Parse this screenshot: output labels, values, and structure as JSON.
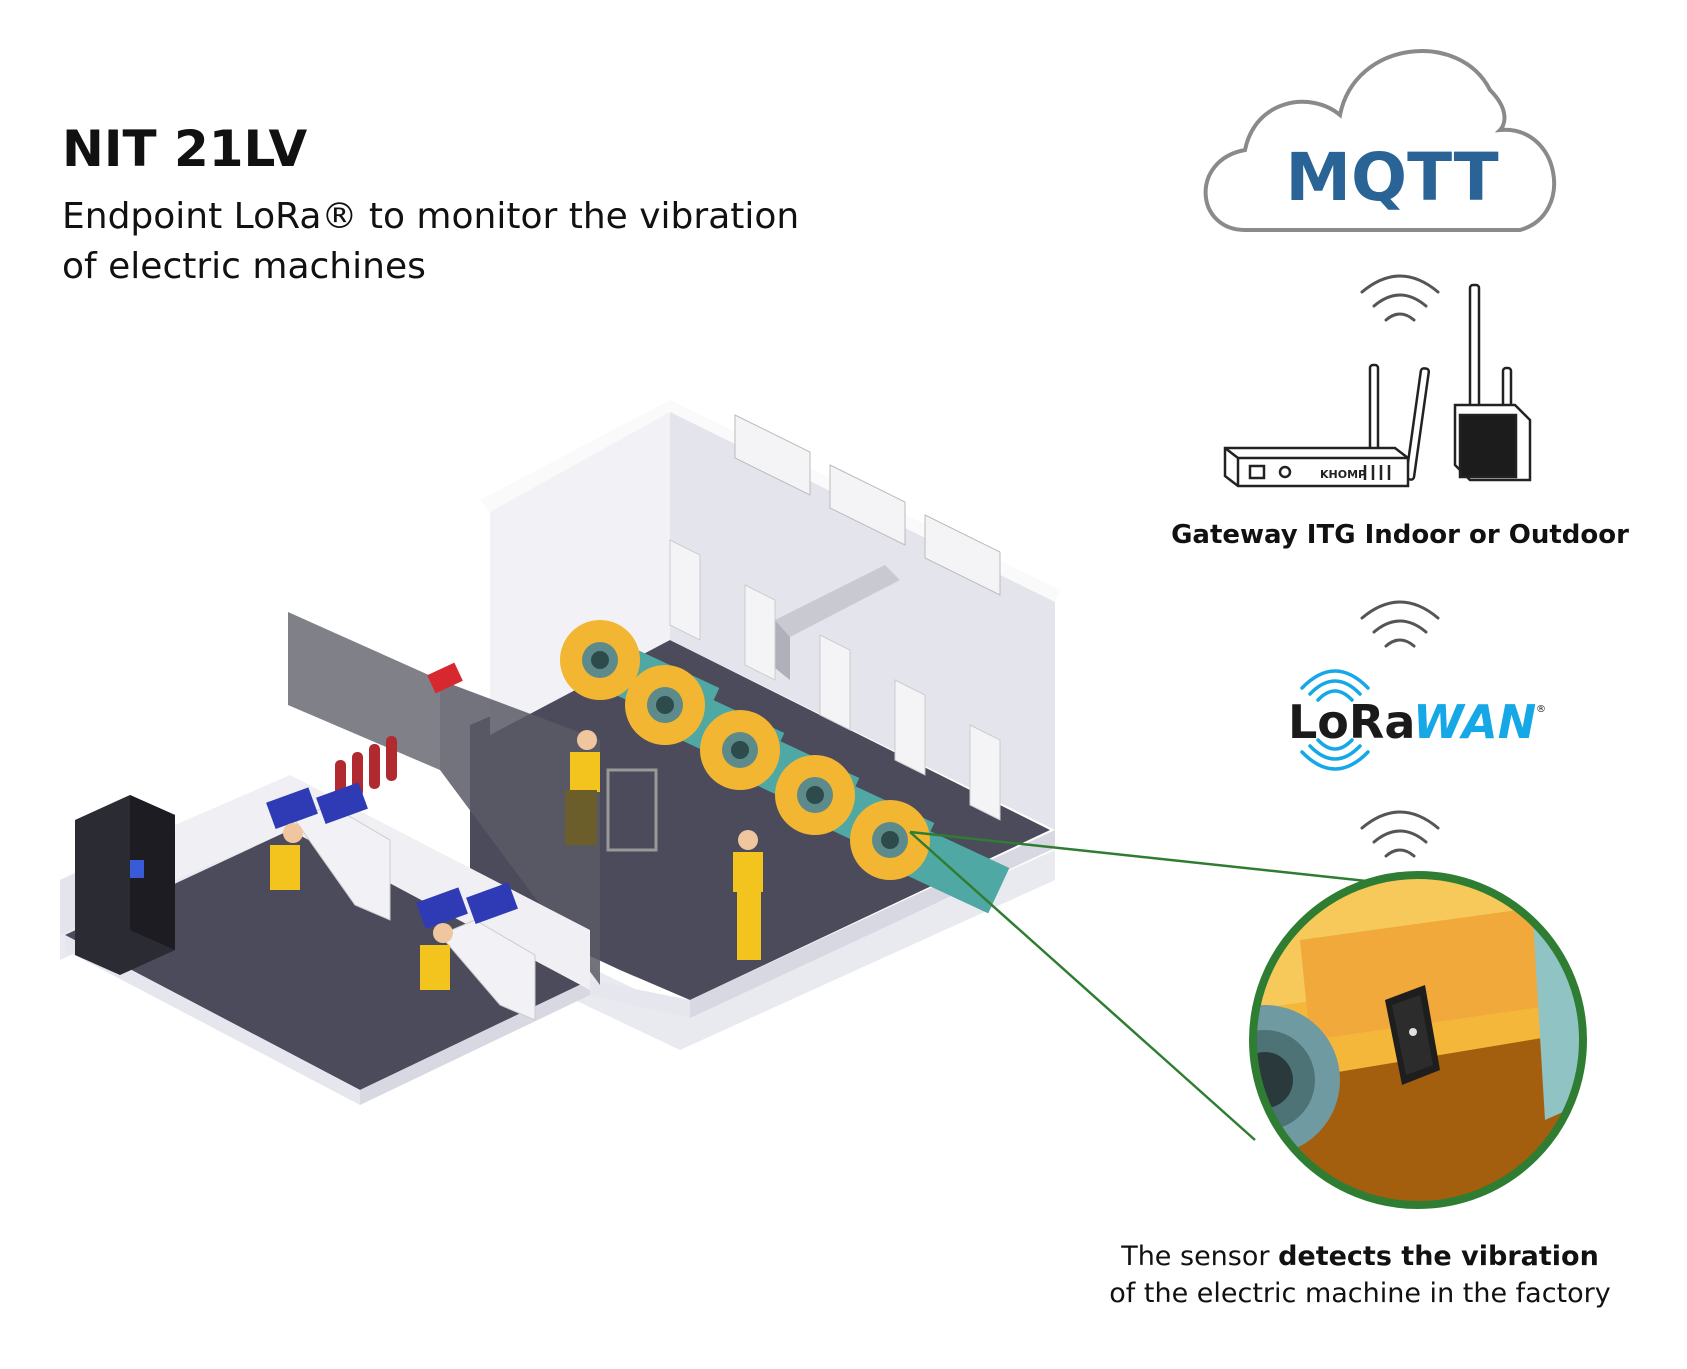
{
  "header": {
    "title": "NIT 21LV",
    "subtitle_line1": "Endpoint LoRa® to monitor the vibration",
    "subtitle_line2": "of electric machines"
  },
  "cloud": {
    "label": "MQTT",
    "color": "#2a6496"
  },
  "gateway": {
    "label": "Gateway ITG Indoor or Outdoor",
    "brand": "KHOMP"
  },
  "lorawan": {
    "lora": "LoRa",
    "wan": "WAN",
    "reg": "®",
    "lora_color": "#1a1a1a",
    "wan_color": "#16a8e6"
  },
  "sensor": {
    "caption_prefix": "The sensor ",
    "caption_bold": "detects the vibration",
    "caption_line2": "of the electric machine in the factory",
    "zoom_ring_color": "#2f7d32"
  },
  "icons": [
    "cloud-icon",
    "wifi-icon",
    "router-icon",
    "outdoor-gateway-icon",
    "lorawan-logo",
    "sensor-icon"
  ]
}
